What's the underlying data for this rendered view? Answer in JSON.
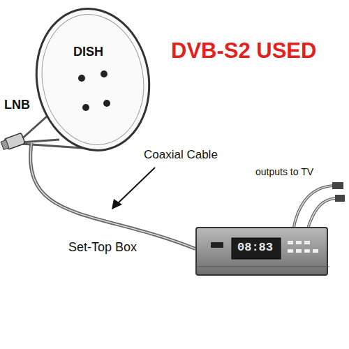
{
  "diagram": {
    "title": "DVB-S2 USED",
    "nodes": [
      {
        "text": [
          "DISH"
        ]
      },
      {
        "text": [
          "08:83"
        ]
      }
    ],
    "edges": [
      {
        "from": 0,
        "to": 1,
        "arrow": "none"
      }
    ],
    "labels": [
      "LNB",
      "Coaxial Cable",
      "Set-Top Box",
      "outputs to TV"
    ]
  }
}
